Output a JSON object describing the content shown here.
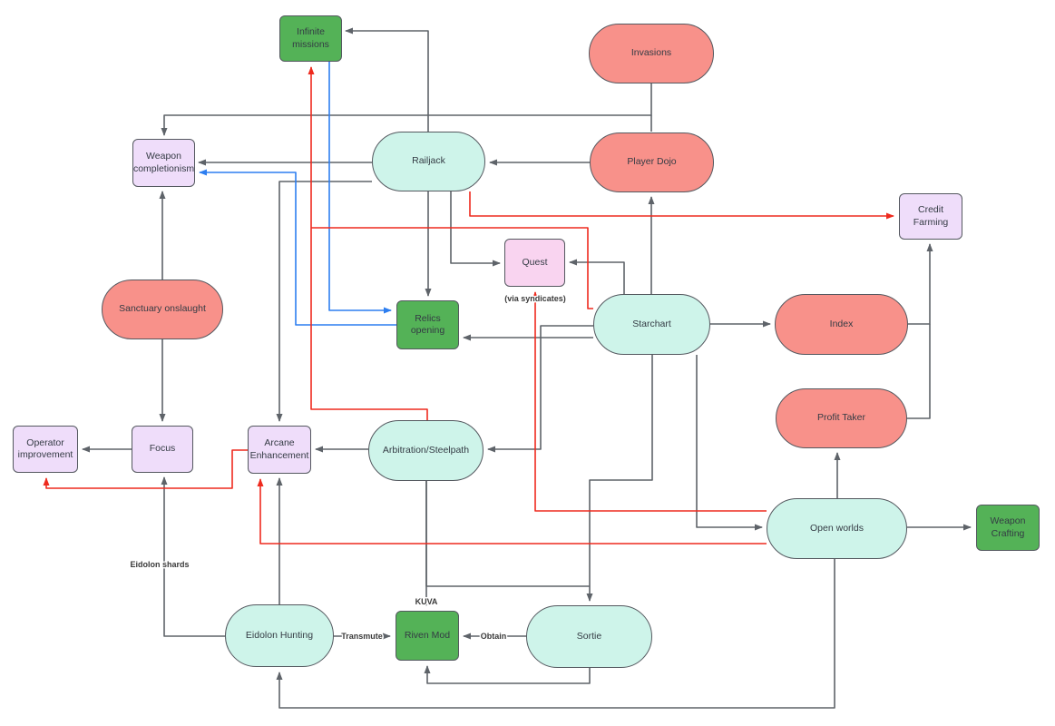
{
  "diagram_title": "",
  "palette": {
    "background": "#ffffff",
    "teal_node_fill": "#cef4ea",
    "salmon_node_fill": "#f8918a",
    "purple_node_fill": "#efddfa",
    "pink_node_fill": "#f9d4f0",
    "green_node_fill": "#54b257",
    "node_border": "#54585f",
    "edge_gray": "#5e6369",
    "edge_red": "#ee2a1e",
    "edge_blue": "#2d7ef0",
    "text": "#343b44"
  },
  "nodes": {
    "infinite_missions": "Infinite missions",
    "invasions": "Invasions",
    "weapon_completionism": "Weapon completionism",
    "railjack": "Railjack",
    "player_dojo": "Player Dojo",
    "credit_farming": "Credit Farming",
    "quest": "Quest",
    "sanctuary_onslaught": "Sanctuary onslaught",
    "relics_opening": "Relics opening",
    "starchart": "Starchart",
    "index": "Index",
    "profit_taker": "Profit Taker",
    "operator_improvement": "Operator improvement",
    "focus": "Focus",
    "arcane_enhancement": "Arcane Enhancement",
    "arbitration_steelpath": "Arbitration/Steelpath",
    "open_worlds": "Open worlds",
    "weapon_crafting": "Weapon Crafting",
    "eidolon_hunting": "Eidolon Hunting",
    "riven_mod": "Riven Mod",
    "sortie": "Sortie"
  },
  "edge_labels": {
    "via_syndicates": "(via syndicates)",
    "kuva": "KUVA",
    "eidolon_shards": "Eidolon shards",
    "transmute": "Transmute",
    "obtain": "Obtain"
  },
  "edges": [
    {
      "from": "railjack",
      "to": "infinite_missions",
      "color": "gray"
    },
    {
      "from": "invasions",
      "to": "weapon_completionism",
      "color": "gray"
    },
    {
      "from": "invasions",
      "to": "player_dojo",
      "color": "gray"
    },
    {
      "from": "railjack",
      "to": "weapon_completionism",
      "color": "gray"
    },
    {
      "from": "player_dojo",
      "to": "railjack",
      "color": "gray"
    },
    {
      "from": "starchart",
      "to": "player_dojo",
      "color": "gray"
    },
    {
      "from": "railjack",
      "to": "quest",
      "color": "gray"
    },
    {
      "from": "starchart",
      "to": "quest",
      "color": "gray"
    },
    {
      "from": "railjack",
      "to": "relics_opening",
      "color": "gray"
    },
    {
      "from": "starchart",
      "to": "relics_opening",
      "color": "gray"
    },
    {
      "from": "starchart",
      "to": "index",
      "color": "gray"
    },
    {
      "from": "index",
      "to": "credit_farming",
      "color": "gray"
    },
    {
      "from": "profit_taker",
      "to": "credit_farming",
      "color": "gray"
    },
    {
      "from": "starchart",
      "to": "arbitration_steelpath",
      "color": "gray"
    },
    {
      "from": "railjack",
      "to": "arcane_enhancement",
      "color": "gray"
    },
    {
      "from": "arbitration_steelpath",
      "to": "arcane_enhancement",
      "color": "gray"
    },
    {
      "from": "focus",
      "to": "operator_improvement",
      "color": "gray"
    },
    {
      "from": "sanctuary_onslaught",
      "to": "weapon_completionism",
      "color": "gray"
    },
    {
      "from": "sanctuary_onslaught",
      "to": "focus",
      "color": "gray"
    },
    {
      "from": "eidolon_hunting",
      "to": "focus",
      "color": "gray",
      "label": "Eidolon shards"
    },
    {
      "from": "eidolon_hunting",
      "to": "arcane_enhancement",
      "color": "gray"
    },
    {
      "from": "starchart",
      "to": "open_worlds",
      "color": "gray"
    },
    {
      "from": "starchart",
      "to": "sortie",
      "color": "gray"
    },
    {
      "from": "arbitration_steelpath",
      "to": "sortie",
      "color": "gray"
    },
    {
      "from": "arbitration_steelpath",
      "to": "riven_mod",
      "color": "gray",
      "label": "KUVA"
    },
    {
      "from": "eidolon_hunting",
      "to": "riven_mod",
      "color": "gray",
      "label": "Transmute"
    },
    {
      "from": "sortie",
      "to": "riven_mod",
      "color": "gray",
      "label": "Obtain"
    },
    {
      "from": "sortie",
      "to": "riven_mod",
      "color": "gray",
      "label": ""
    },
    {
      "from": "open_worlds",
      "to": "profit_taker",
      "color": "gray"
    },
    {
      "from": "open_worlds",
      "to": "weapon_crafting",
      "color": "gray"
    },
    {
      "from": "open_worlds",
      "to": "eidolon_hunting",
      "color": "gray"
    },
    {
      "from": "infinite_missions",
      "to": "relics_opening",
      "color": "blue"
    },
    {
      "from": "relics_opening",
      "to": "weapon_completionism",
      "color": "blue"
    },
    {
      "from": "railjack",
      "to": "credit_farming",
      "color": "red"
    },
    {
      "from": "starchart",
      "to": "infinite_missions",
      "color": "red"
    },
    {
      "from": "arbitration_steelpath",
      "to": "infinite_missions",
      "color": "red"
    },
    {
      "from": "open_worlds",
      "to": "quest",
      "color": "red",
      "label": "(via syndicates)"
    },
    {
      "from": "open_worlds",
      "to": "arcane_enhancement",
      "color": "red"
    },
    {
      "from": "arcane_enhancement",
      "to": "operator_improvement",
      "color": "red"
    }
  ]
}
